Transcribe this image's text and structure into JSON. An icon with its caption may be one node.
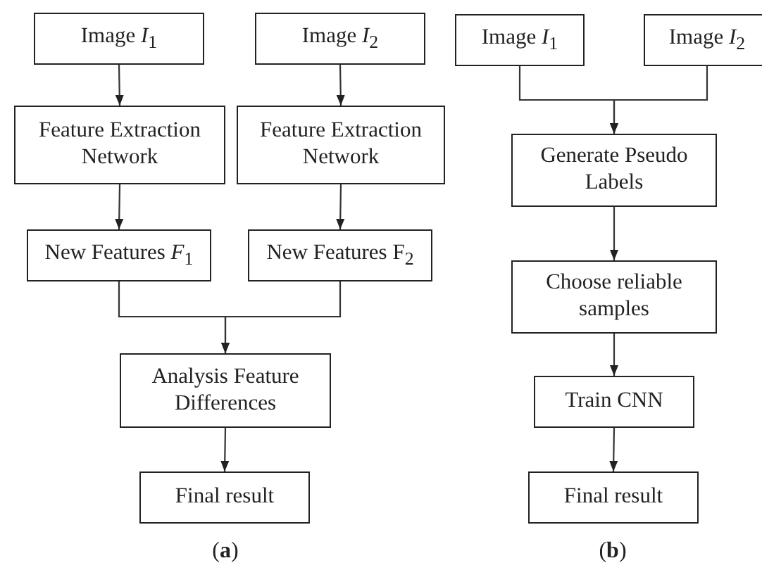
{
  "diagram": {
    "nodes": [
      {
        "text": [
          "Image *I*$_{1}$"
        ]
      },
      {
        "text": [
          "Image *I*$_{2}$"
        ]
      },
      {
        "text": [
          "Feature Extraction Network"
        ]
      },
      {
        "text": [
          "Feature Extraction Network"
        ]
      },
      {
        "text": [
          "New Features *F*$_{1}$"
        ]
      },
      {
        "text": [
          "New Features F$_{2}$"
        ]
      },
      {
        "text": [
          "Analysis Feature Differences"
        ]
      },
      {
        "text": [
          "Final result"
        ]
      },
      {
        "text": [
          "Image *I*$_{1}$"
        ]
      },
      {
        "text": [
          "Image *I*$_{2}$"
        ]
      },
      {
        "text": [
          "Generate Pseudo Labels"
        ]
      },
      {
        "text": [
          "Choose reliable samples"
        ]
      },
      {
        "text": [
          "Train CNN"
        ]
      },
      {
        "text": [
          "Final result"
        ]
      }
    ],
    "edges": [
      {
        "from": 0,
        "to": 2,
        "arrow": "to"
      },
      {
        "from": 1,
        "to": 3,
        "arrow": "to"
      },
      {
        "from": 2,
        "to": 4,
        "arrow": "to"
      },
      {
        "from": 3,
        "to": 5,
        "arrow": "to"
      },
      {
        "from": 4,
        "to": 6,
        "arrow": "to"
      },
      {
        "from": 5,
        "to": 6,
        "arrow": "to"
      },
      {
        "from": 6,
        "to": 7,
        "arrow": "to"
      },
      {
        "from": 8,
        "to": 10,
        "arrow": "to"
      },
      {
        "from": 9,
        "to": 10,
        "arrow": "to"
      },
      {
        "from": 10,
        "to": 11,
        "arrow": "to"
      },
      {
        "from": 11,
        "to": 12,
        "arrow": "to"
      },
      {
        "from": 12,
        "to": 13,
        "arrow": "to"
      }
    ],
    "labels": [
      "(**a**)",
      "(**b**)"
    ]
  }
}
